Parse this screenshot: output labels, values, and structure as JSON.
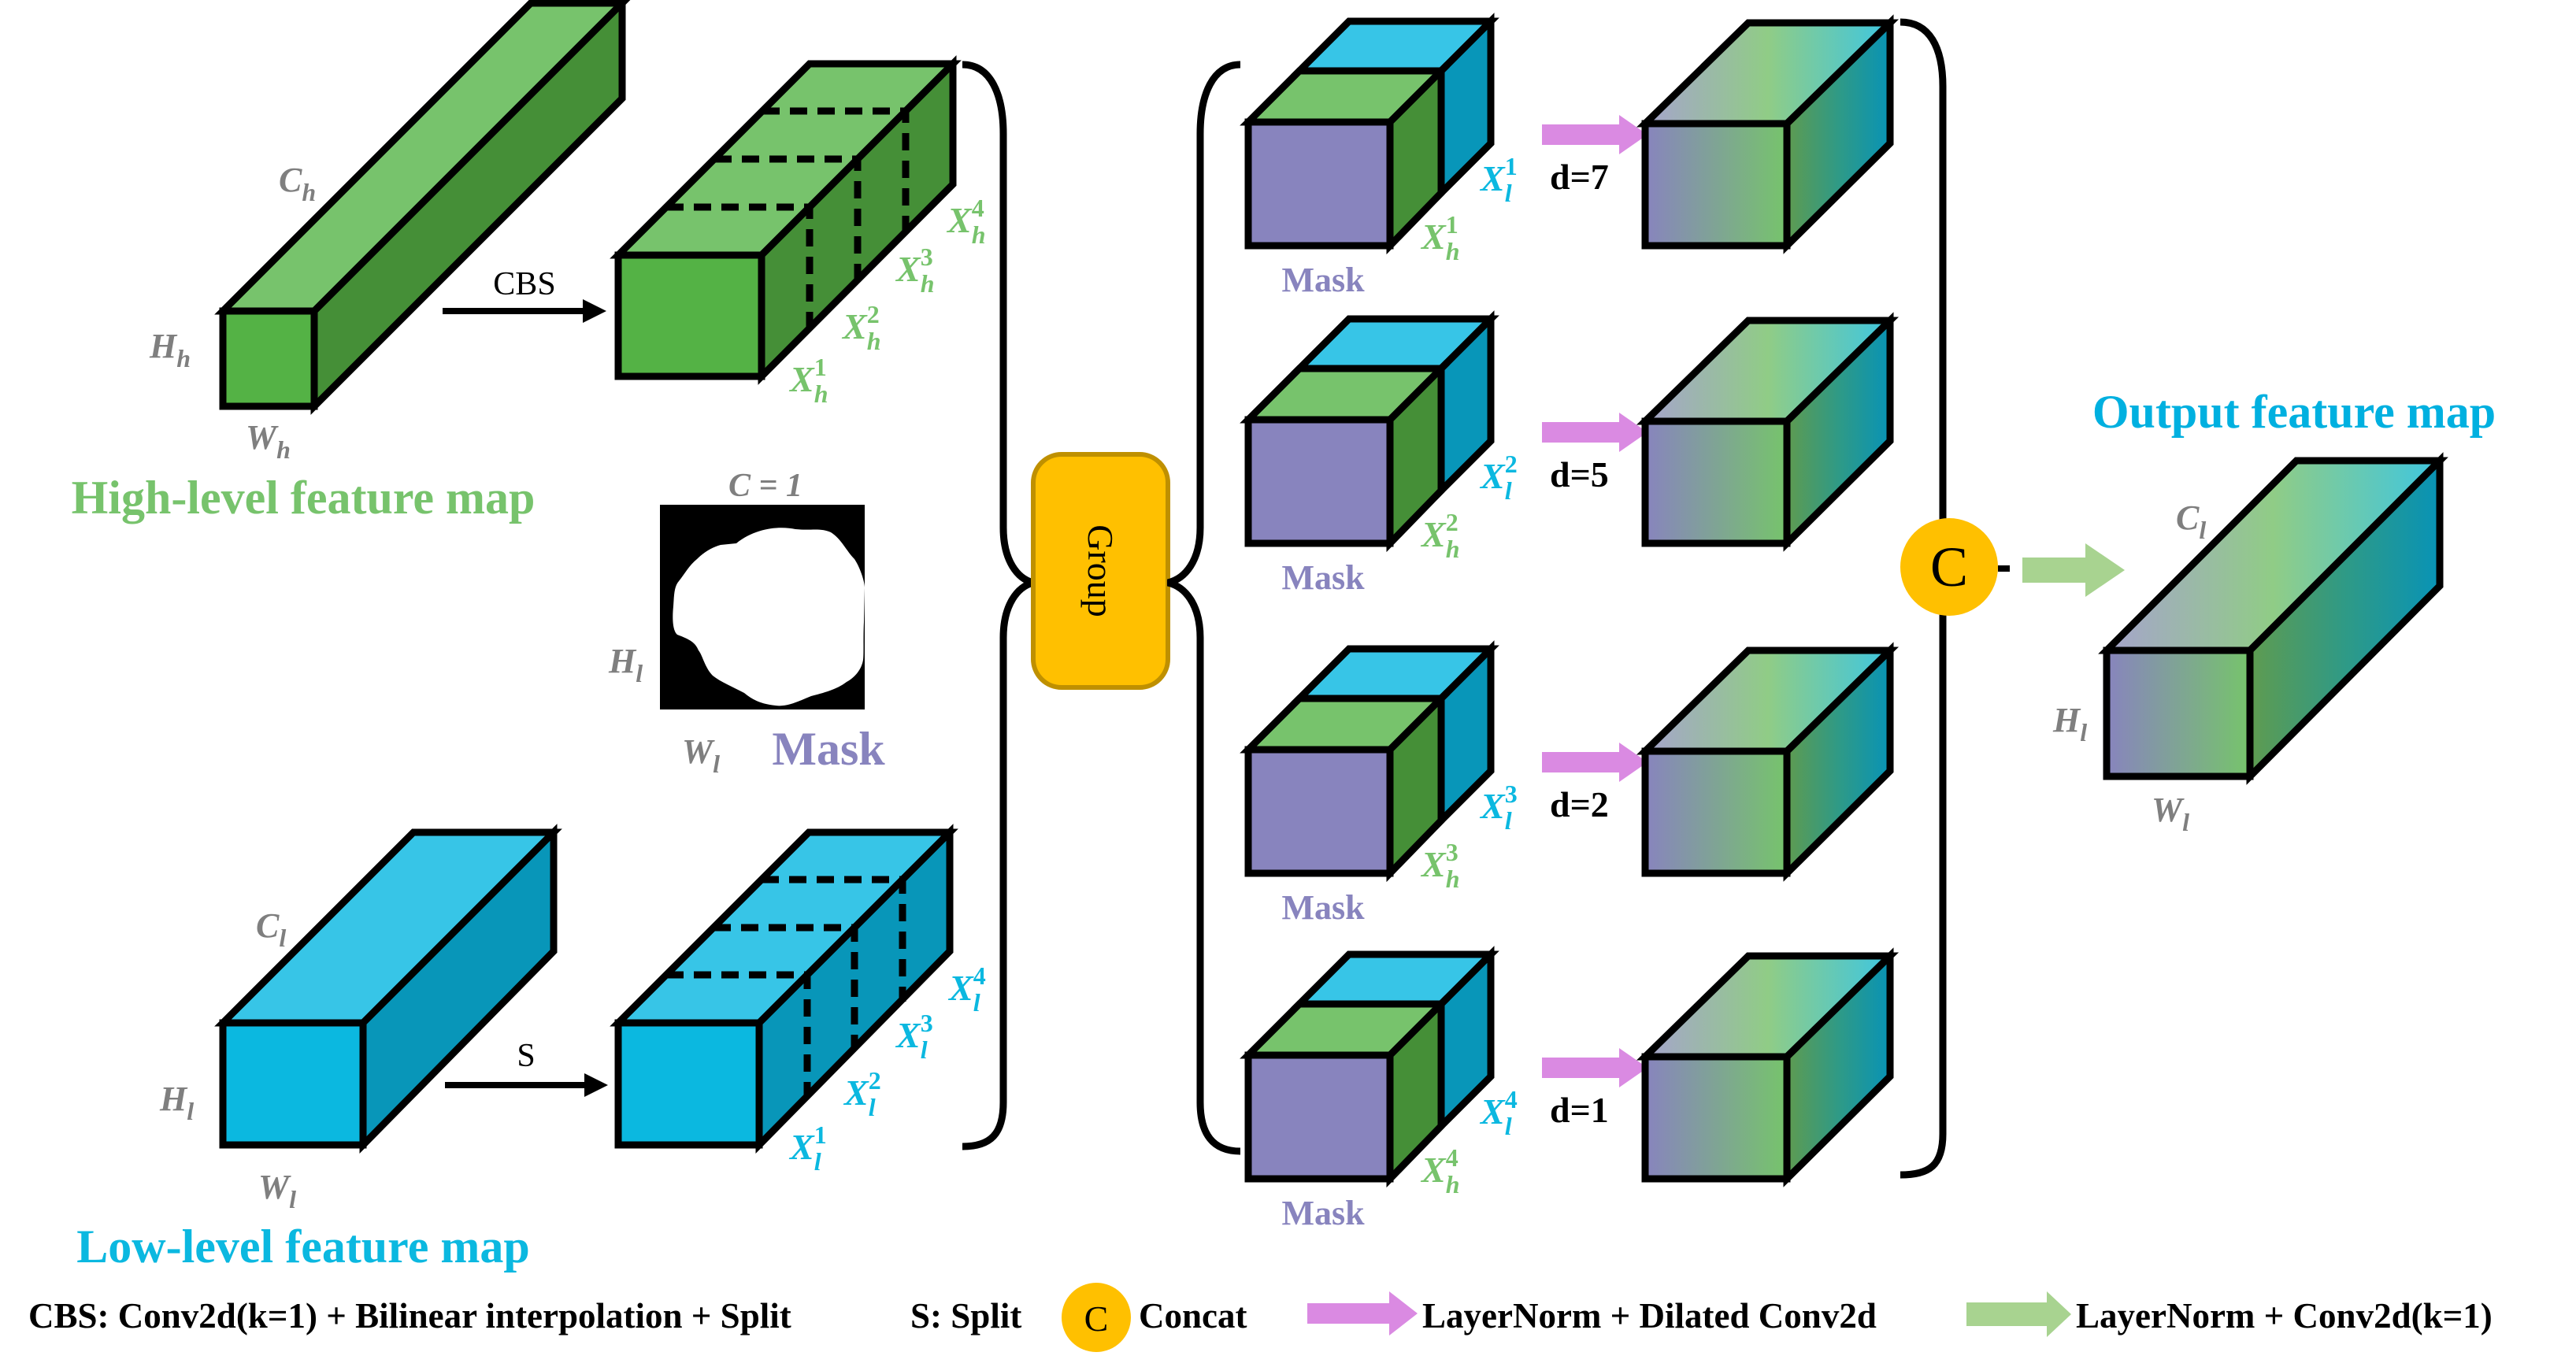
{
  "colors": {
    "high_level_title": "#77c36c",
    "low_level_title": "#0bb8e0",
    "output_title": "#00b0e0",
    "mask_purple": "#8884be",
    "group_fill": "#ffc000",
    "dilated_arrow": "#da8ae2",
    "conv_arrow": "#a8d390",
    "dimension_gray": "#7f7f7f"
  },
  "high_level": {
    "title": "High-level feature map",
    "dims": {
      "C": "C",
      "C_sub": "h",
      "H": "H",
      "H_sub": "h",
      "W": "W",
      "W_sub": "h"
    },
    "op_label": "CBS",
    "splits": [
      {
        "base": "X",
        "sub": "h",
        "sup": "1"
      },
      {
        "base": "X",
        "sub": "h",
        "sup": "2"
      },
      {
        "base": "X",
        "sub": "h",
        "sup": "3"
      },
      {
        "base": "X",
        "sub": "h",
        "sup": "4"
      }
    ]
  },
  "mask": {
    "title": "Mask",
    "channel_label": "C = 1",
    "dims": {
      "H": "H",
      "H_sub": "l",
      "W": "W",
      "W_sub": "l"
    }
  },
  "low_level": {
    "title": "Low-level feature map",
    "dims": {
      "C": "C",
      "C_sub": "l",
      "H": "H",
      "H_sub": "l",
      "W": "W",
      "W_sub": "l"
    },
    "op_label": "S",
    "splits": [
      {
        "base": "X",
        "sub": "l",
        "sup": "1"
      },
      {
        "base": "X",
        "sub": "l",
        "sup": "2"
      },
      {
        "base": "X",
        "sub": "l",
        "sup": "3"
      },
      {
        "base": "X",
        "sub": "l",
        "sup": "4"
      }
    ]
  },
  "group": {
    "label": "Group"
  },
  "branches": [
    {
      "mask_label": "Mask",
      "xl": {
        "base": "X",
        "sub": "l",
        "sup": "1"
      },
      "xh": {
        "base": "X",
        "sub": "h",
        "sup": "1"
      },
      "dilation": "d=7"
    },
    {
      "mask_label": "Mask",
      "xl": {
        "base": "X",
        "sub": "l",
        "sup": "2"
      },
      "xh": {
        "base": "X",
        "sub": "h",
        "sup": "2"
      },
      "dilation": "d=5"
    },
    {
      "mask_label": "Mask",
      "xl": {
        "base": "X",
        "sub": "l",
        "sup": "3"
      },
      "xh": {
        "base": "X",
        "sub": "h",
        "sup": "3"
      },
      "dilation": "d=2"
    },
    {
      "mask_label": "Mask",
      "xl": {
        "base": "X",
        "sub": "l",
        "sup": "4"
      },
      "xh": {
        "base": "X",
        "sub": "h",
        "sup": "4"
      },
      "dilation": "d=1"
    }
  ],
  "concat": {
    "symbol": "C"
  },
  "output": {
    "title": "Output feature map",
    "dims": {
      "C": "C",
      "C_sub": "l",
      "H": "H",
      "H_sub": "l",
      "W": "W",
      "W_sub": "l"
    }
  },
  "legend": {
    "cbs": "CBS: Conv2d(k=1) + Bilinear interpolation + Split",
    "split": "S: Split",
    "concat_symbol": "C",
    "concat": "Concat",
    "dilated": "LayerNorm + Dilated Conv2d",
    "conv": "LayerNorm + Conv2d(k=1)"
  }
}
